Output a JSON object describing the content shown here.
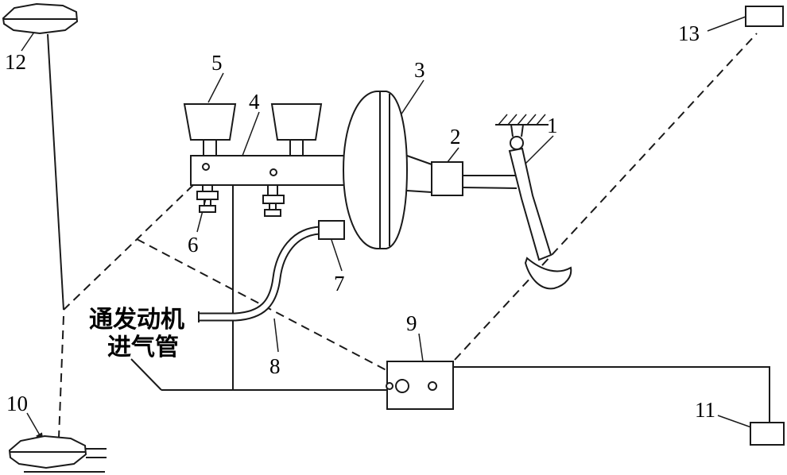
{
  "figure": {
    "type": "brake-system-schematic",
    "annotation": {
      "line1": "通发动机",
      "line2": "进气管"
    },
    "labels": {
      "n1": "1",
      "n2": "2",
      "n3": "3",
      "n4": "4",
      "n5": "5",
      "n6": "6",
      "n7": "7",
      "n8": "8",
      "n9": "9",
      "n10": "10",
      "n11": "11",
      "n12": "12",
      "n13": "13"
    },
    "colors": {
      "line": "#1a1a1a",
      "background": "#ffffff"
    }
  }
}
